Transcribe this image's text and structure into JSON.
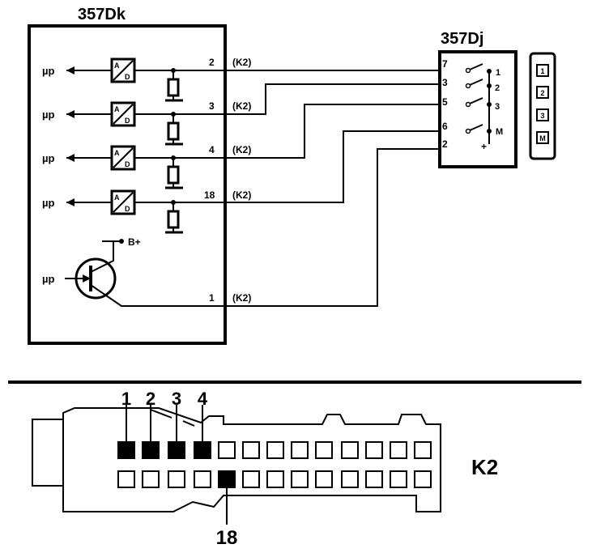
{
  "module_main": {
    "name": "357Dk"
  },
  "module_switch": {
    "name": "357Dj"
  },
  "connector": {
    "name": "K2"
  },
  "mu_label": "µp",
  "supply_label": "B+",
  "channels": [
    {
      "pin": "2",
      "conn": "(K2)",
      "sw_pin": "7",
      "sw_out": "1"
    },
    {
      "pin": "3",
      "conn": "(K2)",
      "sw_pin": "3",
      "sw_out": "2"
    },
    {
      "pin": "4",
      "conn": "(K2)",
      "sw_pin": "5",
      "sw_out": "3"
    },
    {
      "pin": "18",
      "conn": "(K2)",
      "sw_pin": "6",
      "sw_out": "M"
    }
  ],
  "transistor_line": {
    "pin": "1",
    "conn": "(K2)",
    "sw_pin": "2",
    "sw_mark": "+"
  },
  "keypad": [
    "1",
    "2",
    "3",
    "M"
  ],
  "pinout_top": [
    "1",
    "2",
    "3",
    "4"
  ],
  "pinout_bottom": "18"
}
